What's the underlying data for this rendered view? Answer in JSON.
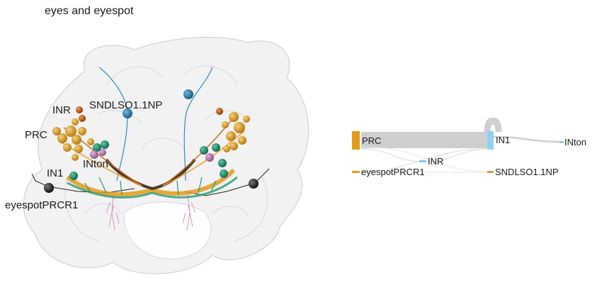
{
  "title": "eyes and eyespot",
  "render_labels": {
    "inr": "INR",
    "sndlso": "SNDLSO1.1NP",
    "prc": "PRC",
    "inton": "INton",
    "in1": "IN1",
    "eyespot": "eyespotPRCR1"
  },
  "sankey_labels": {
    "prc": "PRC",
    "in1": "IN1",
    "inton": "INton",
    "inr": "INR",
    "eyespot": "eyespotPRCR1",
    "sndlso": "SNDLSO1.1NP"
  },
  "colors": {
    "prc": "#e39b1c",
    "in1": "#8fd3f0",
    "inton": "#8fc6e8",
    "inr": "#8fc6e8",
    "eyespot": "#e39b1c",
    "sndlso": "#c9a14a",
    "body_outline": "#cfcfcf",
    "ball_prc": "#d89a1c",
    "ball_in1": "#1f8a6a",
    "ball_inton": "#b07aa6",
    "ball_inr": "#c65a12",
    "ball_sndlso": "#2e7fb0",
    "ball_eyespot": "#222222"
  }
}
